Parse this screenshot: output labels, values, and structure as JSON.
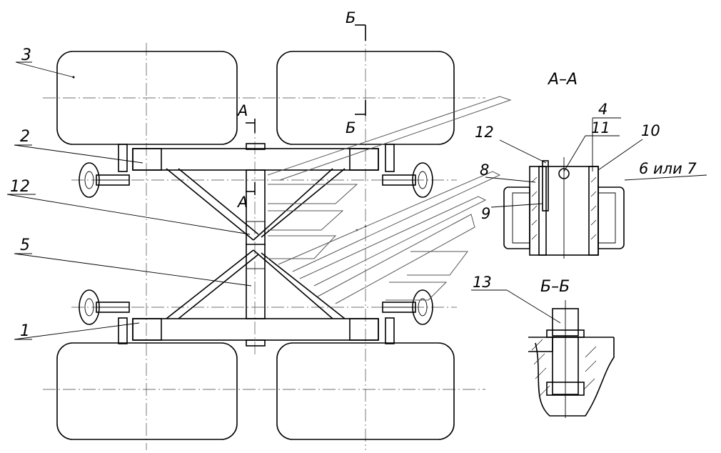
{
  "labels": {
    "wheel_rear_left": "3",
    "frame_upper": "2",
    "bolt_upper": "12",
    "hub_center": "5",
    "frame_lower": "1",
    "section_a_top": "А",
    "section_a_bottom": "А",
    "section_b_top": "Б",
    "section_b_mid": "Б",
    "section_aa_title": "А–А",
    "aa_part_4": "4",
    "aa_part_11": "11",
    "aa_part_10": "10",
    "aa_part_12": "12",
    "aa_part_8": "8",
    "aa_part_9": "9",
    "aa_part_6or7": "6 или 7",
    "section_bb_title": "Б–Б",
    "bb_part_13": "13"
  }
}
